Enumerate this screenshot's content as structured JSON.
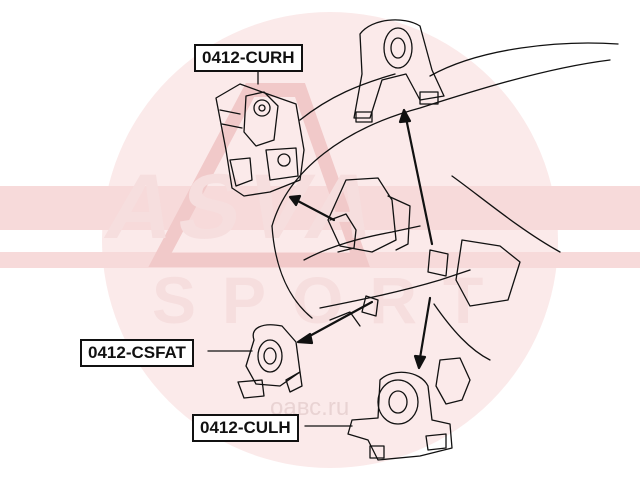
{
  "watermark": {
    "brand": "ASVA",
    "sub": "SPORT",
    "site": "оавс.ru",
    "color": "#f4d4d4"
  },
  "parts": [
    {
      "part_number": "0412-CURH"
    },
    {
      "part_number": "0412-CSFAT"
    },
    {
      "part_number": "0412-CULH"
    }
  ],
  "colors": {
    "line": "#111111",
    "background": "#ffffff"
  }
}
